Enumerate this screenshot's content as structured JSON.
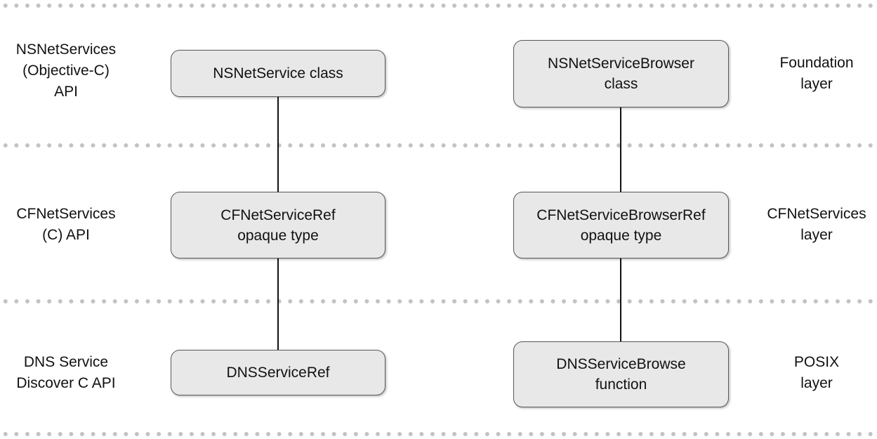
{
  "colors": {
    "box-fill": "#e8e8e8",
    "box-border": "#5a5a5a",
    "dot": "#c3c3c3",
    "connector": "#111111",
    "text": "#111111"
  },
  "rows": [
    {
      "left_label": "NSNetServices\n(Objective-C)\nAPI",
      "left_box": "NSNetService class",
      "right_box": "NSNetServiceBrowser\nclass",
      "right_label": "Foundation\nlayer"
    },
    {
      "left_label": "CFNetServices\n(C) API",
      "left_box": "CFNetServiceRef\nopaque type",
      "right_box": "CFNetServiceBrowserRef\nopaque type",
      "right_label": "CFNetServices\nlayer"
    },
    {
      "left_label": "DNS Service\nDiscover C API",
      "left_box": "DNSServiceRef",
      "right_box": "DNSServiceBrowse\nfunction",
      "right_label": "POSIX\nlayer"
    }
  ]
}
